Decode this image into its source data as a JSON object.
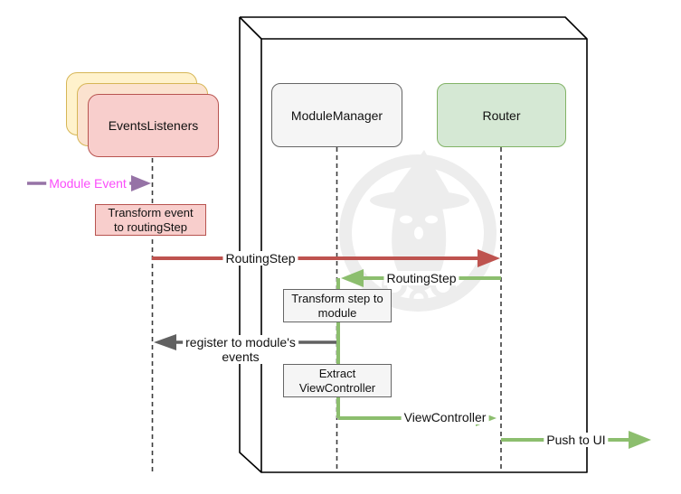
{
  "diagram_type": "sequence-diagram",
  "actors": {
    "events_listeners": "EventsListeners",
    "module_manager": "ModuleManager",
    "router": "Router"
  },
  "messages": {
    "module_event": "Module Event",
    "routing_step_out": "RoutingStep",
    "routing_step_in": "RoutingStep",
    "register_line1": "register to module's",
    "register_line2": "events",
    "view_controller": "ViewController",
    "push_to_ui": "Push to UI"
  },
  "notes": {
    "transform_event_line1": "Transform event",
    "transform_event_line2": "to routingStep",
    "transform_step_line1": "Transform step to",
    "transform_step_line2": "module",
    "extract_line1": "Extract",
    "extract_line2": "ViewController"
  },
  "colors": {
    "red_border": "#B85450",
    "red_fill": "#F8CECC",
    "red_arrow": "#BE534F",
    "green_border": "#82B366",
    "green_fill": "#D5E8D4",
    "green_arrow": "#8CBE6E",
    "yellow_border": "#D6B656",
    "yellow_fill": "#FFF2CC",
    "peach_fill": "#FBE2CF",
    "gray_border": "#666666",
    "gray_fill": "#F5F5F5",
    "gray_arrow": "#616161",
    "purple_arrow": "#9673A6",
    "magenta_text": "#FB4DFB",
    "watermark": "#EDEDED"
  }
}
